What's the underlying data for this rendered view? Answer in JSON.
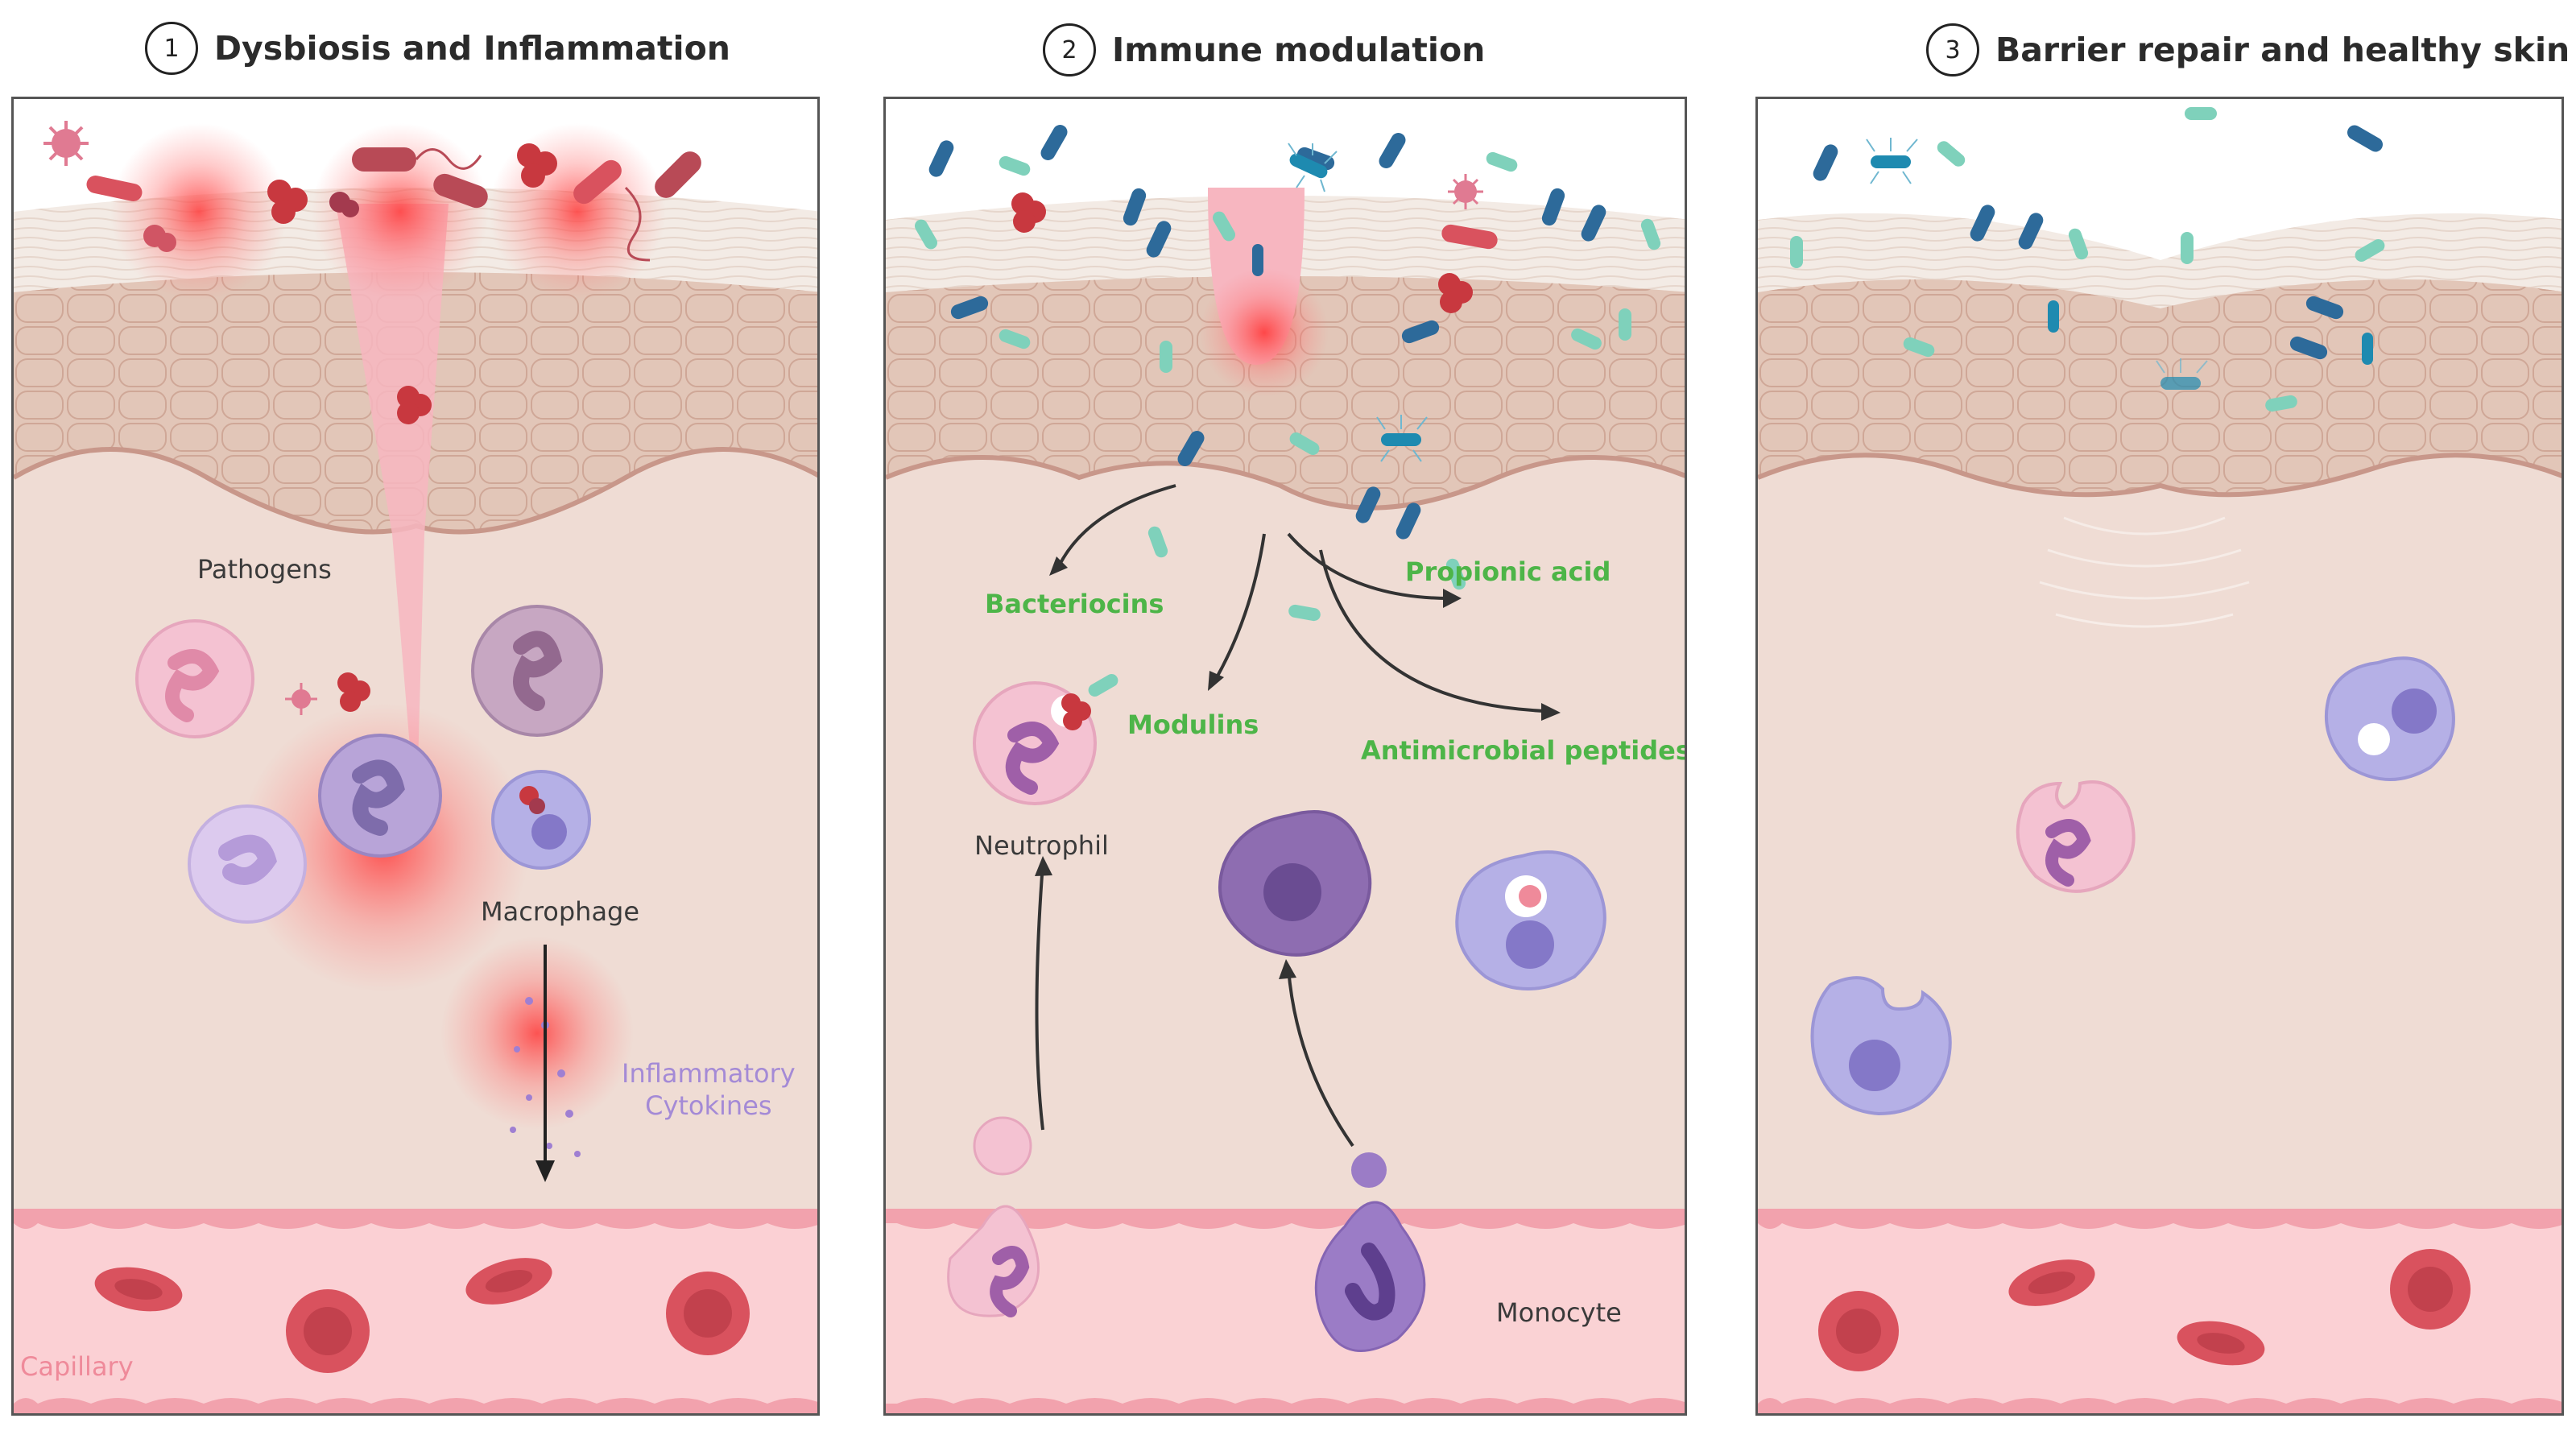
{
  "panels": [
    {
      "number": "1",
      "title": "Dysbiosis and Inflammation"
    },
    {
      "number": "2",
      "title": "Immune modulation"
    },
    {
      "number": "3",
      "title": "Barrier repair and healthy skin"
    }
  ],
  "labels": {
    "pathogens": "Pathogens",
    "macrophage": "Macrophage",
    "inflammatory_cytokines": "Inflammatory\nCytokines",
    "capillary": "Capillary",
    "bacteriocins": "Bacteriocins",
    "propionic_acid": "Propionic acid",
    "modulins": "Modulins",
    "antimicrobial_peptides": "Antimicrobial peptides",
    "neutrophil": "Neutrophil",
    "monocyte": "Monocyte"
  },
  "colors": {
    "tissue": "#efdcd4",
    "epidermis": "#e2c6b8",
    "inflammation": "#ff4a4a",
    "commensal_dark": "#2d6a9a",
    "commensal_light": "#7fd1bb",
    "capillary": "#fbd0d4",
    "red_cell": "#d9525e",
    "label_green": "#4db548",
    "label_purple": "#a48ad6"
  }
}
